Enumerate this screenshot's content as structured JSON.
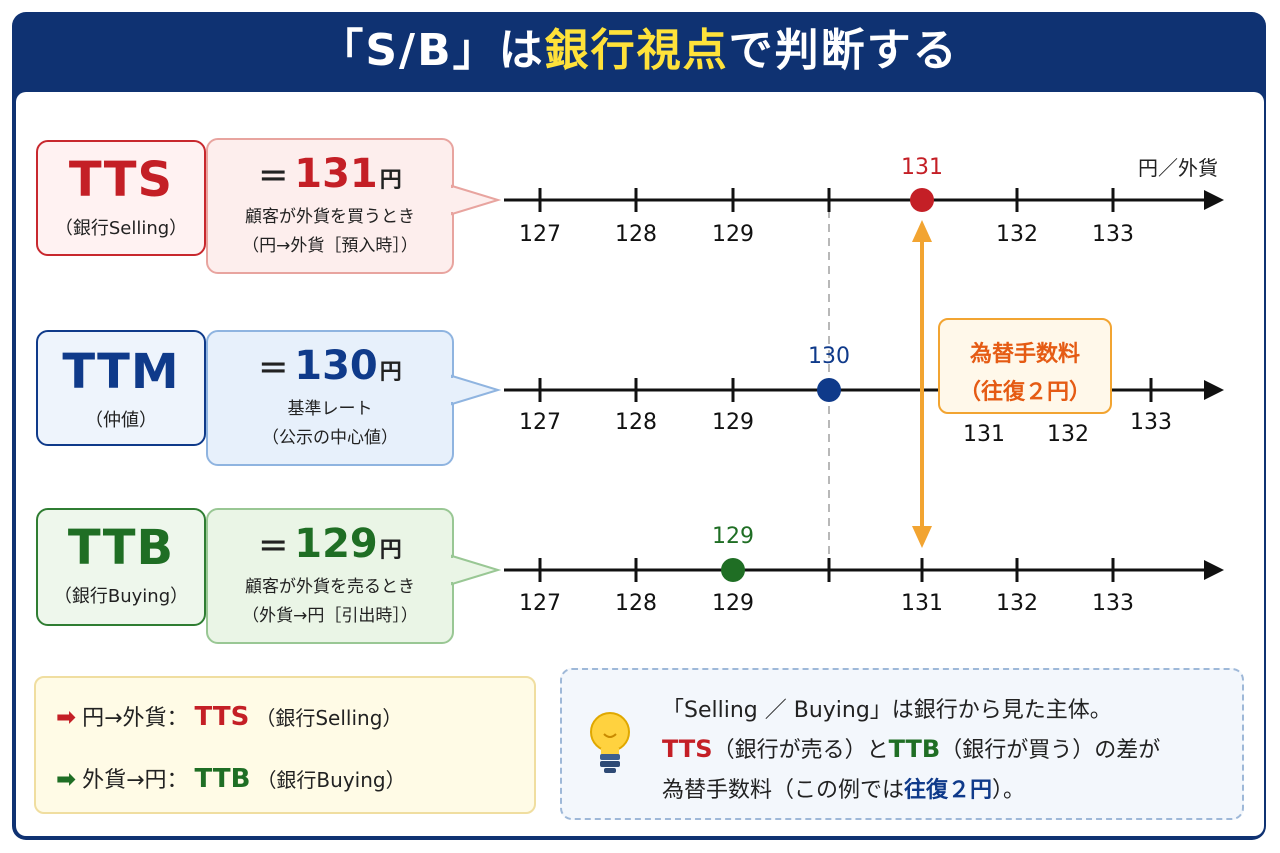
{
  "title": {
    "prefix": "「S/B」は",
    "highlight": "銀行視点",
    "suffix": "で判断する"
  },
  "unit_label": "円／外貨",
  "rows": [
    {
      "code": "TTS",
      "subtitle": "（銀行Selling）",
      "equals": "＝",
      "value": "131",
      "yen": "円",
      "desc1": "顧客が外貨を買うとき",
      "desc2": "（円→外貨［預入時］）",
      "color": "#c41f26",
      "marker_value": 131,
      "marker_label": "131",
      "ticks": [
        "127",
        "128",
        "129",
        "",
        "132",
        "133"
      ]
    },
    {
      "code": "TTM",
      "subtitle": "（仲値）",
      "equals": "＝",
      "value": "130",
      "yen": "円",
      "desc1": "基準レート",
      "desc2": "（公示の中心値）",
      "color": "#0f3a8a",
      "marker_value": 130,
      "marker_label": "130",
      "ticks": [
        "127",
        "128",
        "129",
        "131",
        "132",
        "133"
      ]
    },
    {
      "code": "TTB",
      "subtitle": "（銀行Buying）",
      "equals": "＝",
      "value": "129",
      "yen": "円",
      "desc1": "顧客が外貨を売るとき",
      "desc2": "（外貨→円［引出時］）",
      "color": "#1f6e24",
      "marker_value": 129,
      "marker_label": "129",
      "ticks": [
        "127",
        "128",
        "129",
        "131",
        "132",
        "133"
      ]
    }
  ],
  "fee": {
    "line1": "為替手数料",
    "line2": "（往復２円）",
    "color": "#f2a431"
  },
  "legend": [
    {
      "arrow": "➡",
      "text": "円→外貨：",
      "code": "TTS",
      "sub": "（銀行Selling）",
      "color": "#c41f26"
    },
    {
      "arrow": "➡",
      "text": "外貨→円：",
      "code": "TTB",
      "sub": "（銀行Buying）",
      "color": "#1f6e24"
    }
  ],
  "note": {
    "line1": "「Selling ／ Buying」は銀行から見た主体。",
    "line2_a": "TTS",
    "line2_b": "（銀行が売る）と",
    "line2_c": "TTB",
    "line2_d": "（銀行が買う）の差が",
    "line3_a": "為替手数料（この例では",
    "line3_b": "往復２円",
    "line3_c": "）。",
    "icon": "lightbulb-icon"
  }
}
